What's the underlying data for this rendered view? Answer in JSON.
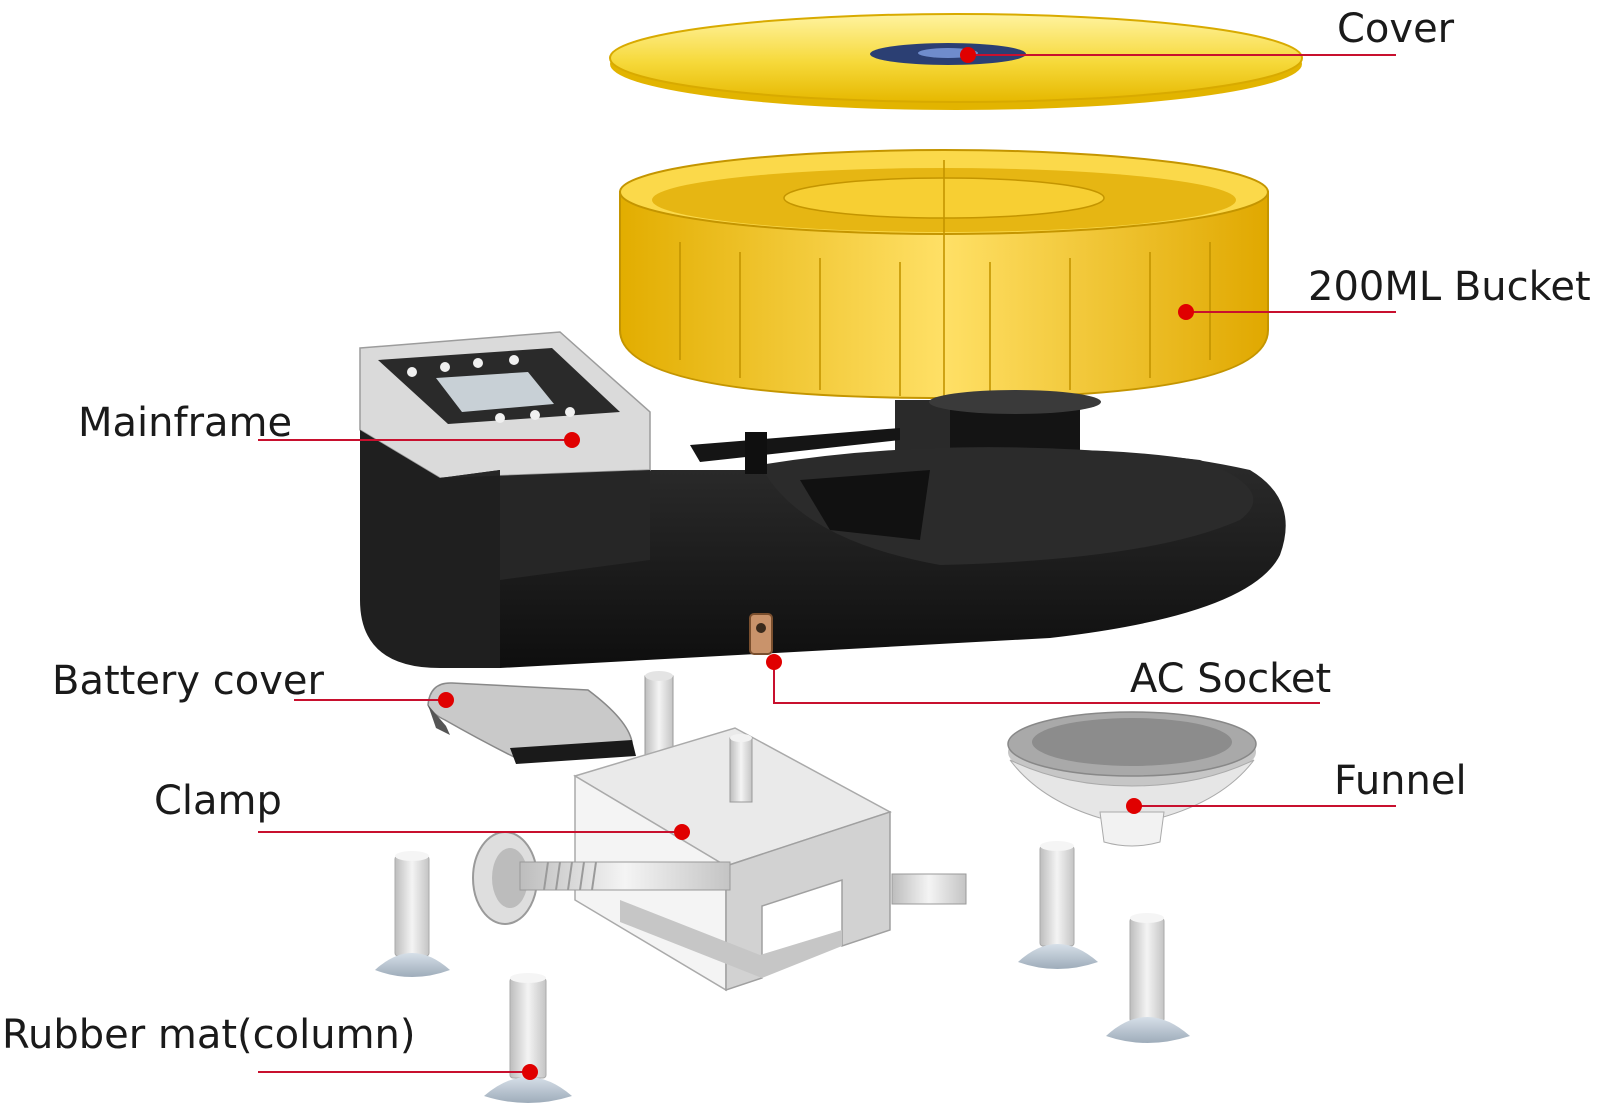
{
  "labels": {
    "cover": "Cover",
    "bucket": "200ML Bucket",
    "mainframe": "Mainframe",
    "battery_cover": "Battery cover",
    "ac_socket": "AC Socket",
    "clamp": "Clamp",
    "funnel": "Funnel",
    "rubber_mat": "Rubber mat(column)"
  },
  "colors": {
    "leader_line": "#c8102e",
    "marker_dot": "#e00000",
    "yellow_part": "#f2cc1f",
    "black_body": "#1e1e1e",
    "metal": "#d8d8d8"
  }
}
